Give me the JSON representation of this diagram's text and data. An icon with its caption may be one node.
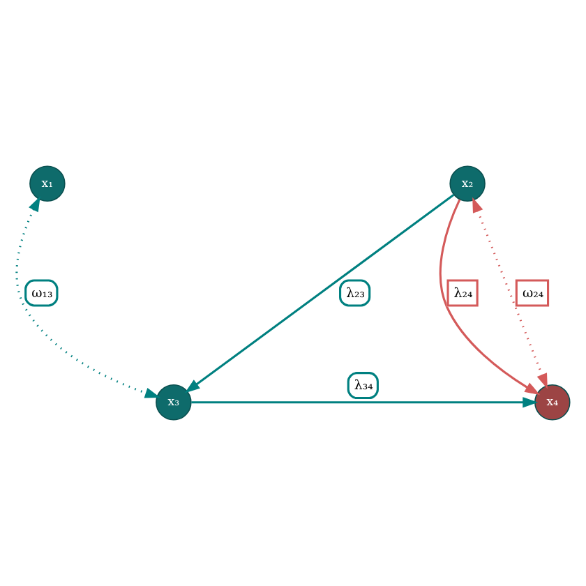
{
  "diagram": {
    "nodes": [
      {
        "text": [
          "x₁"
        ]
      },
      {
        "text": [
          "x₂"
        ]
      },
      {
        "text": [
          "x₃"
        ]
      },
      {
        "text": [
          "x₄"
        ]
      }
    ],
    "edges": [
      {
        "from": 0,
        "to": 2,
        "arrow": "both",
        "label": "ω₁₃",
        "style": "dashed"
      },
      {
        "from": 1,
        "to": 2,
        "arrow": "to",
        "label": "λ₂₃"
      },
      {
        "from": 1,
        "to": 3,
        "arrow": "to",
        "label": "λ₂₄",
        "color": "#d45a5a"
      },
      {
        "from": 1,
        "to": 3,
        "arrow": "both",
        "label": "ω₂₄",
        "style": "dashed",
        "color": "#d45a5a"
      },
      {
        "from": 2,
        "to": 3,
        "arrow": "to",
        "label": "λ₃₄"
      }
    ]
  }
}
